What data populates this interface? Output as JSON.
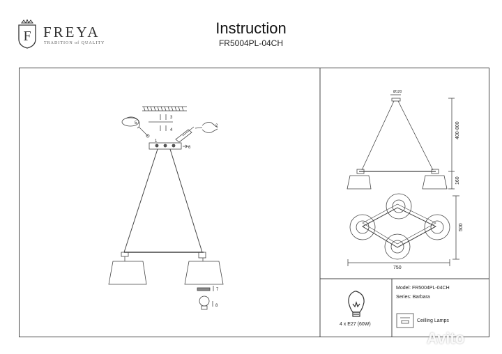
{
  "brand": {
    "name": "FREYA",
    "tagline": "TRADITION of QUALITY",
    "logo_letter": "F"
  },
  "header": {
    "title": "Instruction",
    "code": "FR5004PL-04CH"
  },
  "assembly": {
    "steps": [
      "1",
      "2",
      "3",
      "4",
      "5",
      "6",
      "7",
      "8"
    ]
  },
  "dimensions": {
    "width_top": "Ø120",
    "height_range": "400-800",
    "shade_height": "160",
    "depth": "500",
    "width": "750"
  },
  "specs": {
    "model": "Model: FR5004PL-04CH",
    "series": "Series: Barbara",
    "bulbs": "4 x E27 (60W)",
    "category": "Ceilling Lamps"
  },
  "watermark": "Avito"
}
